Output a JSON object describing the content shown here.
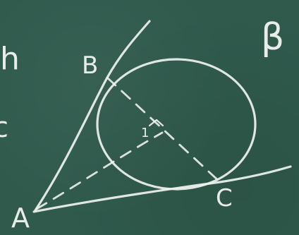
{
  "board": {
    "color": "#2f5a4c",
    "chalk_color": "#eef1ee"
  },
  "labels": {
    "A": "A",
    "B": "B",
    "C": "C",
    "beta": "β",
    "h": "h",
    "left_partial": "c",
    "angle_mark": "1"
  }
}
